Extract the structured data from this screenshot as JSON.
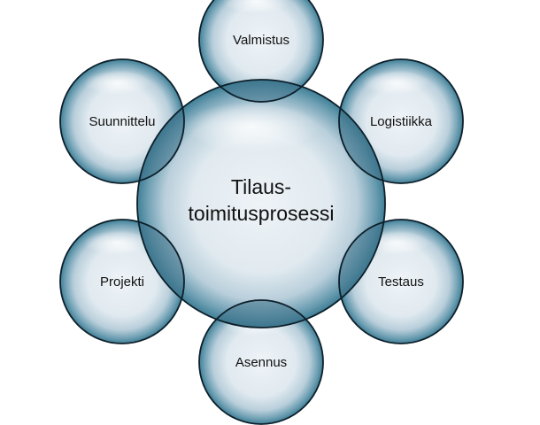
{
  "center": {
    "line1": "Tilaus-",
    "line2": "toimitusprosessi"
  },
  "satellites": [
    {
      "id": "valmistus",
      "label": "Valmistus"
    },
    {
      "id": "logistiikka",
      "label": "Logistiikka"
    },
    {
      "id": "testaus",
      "label": "Testaus"
    },
    {
      "id": "asennus",
      "label": "Asennus"
    },
    {
      "id": "projekti",
      "label": "Projekti"
    },
    {
      "id": "suunnittelu",
      "label": "Suunnittelu"
    }
  ],
  "colors": {
    "bubble_rim": "#3f7f96",
    "bubble_core": "#eef3f7",
    "outline": "#0d1f2a"
  }
}
